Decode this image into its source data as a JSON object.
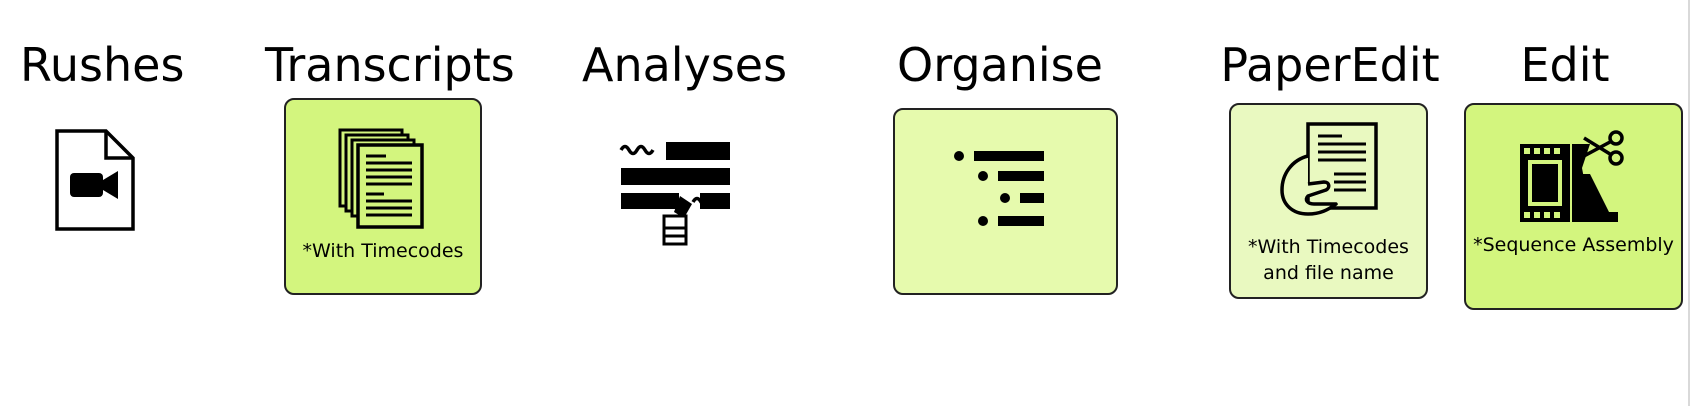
{
  "stages": [
    {
      "title": "Rushes",
      "icon": "video-file-icon"
    },
    {
      "title": "Transcripts",
      "icon": "document-stack-icon",
      "note": "*With Timecodes"
    },
    {
      "title": "Analyses",
      "icon": "highlighted-text-icon"
    },
    {
      "title": "Organise",
      "icon": "indented-list-icon"
    },
    {
      "title": "PaperEdit",
      "icon": "hand-holding-paper-icon",
      "note_line1": "*With Timecodes",
      "note_line2": "and file name"
    },
    {
      "title": "Edit",
      "icon": "film-scissors-icon",
      "note": "*Sequence Assembly"
    }
  ],
  "colors": {
    "box_bright": "#d3f57e",
    "box_pale": "#e6faad",
    "box_paler": "#e9f9c0",
    "ink": "#000000"
  }
}
